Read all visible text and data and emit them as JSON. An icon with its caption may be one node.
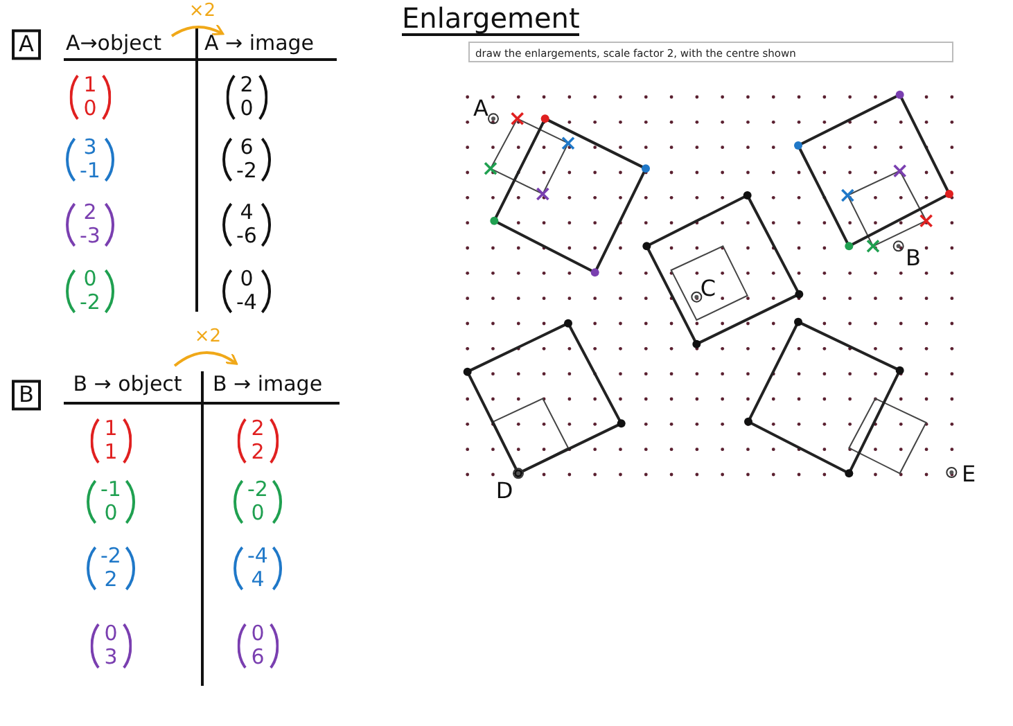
{
  "diagram": {
    "title": "Enlargement",
    "labels": [
      "×2",
      "A",
      "A→object",
      "A → image",
      "1 0",
      "2 0",
      "3 -1",
      "6 -2",
      "2 -3",
      "4 -6",
      "0 -2",
      "0 -4",
      "×2",
      "B",
      "B → object",
      "B → image",
      "1 1",
      "2 2",
      "-1 0",
      "-2 0",
      "-2 2",
      "-4 4",
      "0 3",
      "0 6",
      "draw the enlargements, scale factor 2, with the centre shown",
      "A",
      "B",
      "C",
      "D",
      "E"
    ]
  }
}
